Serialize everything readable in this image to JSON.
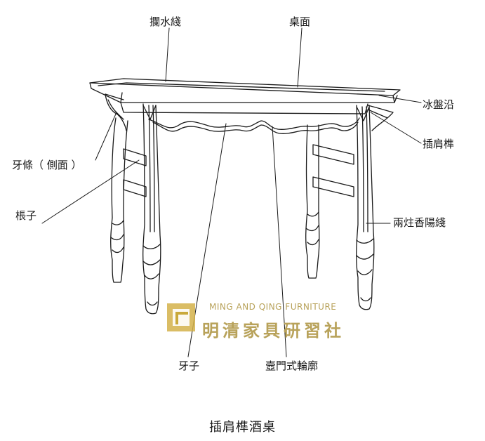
{
  "labels": {
    "lanshui": "攔水綫",
    "zhuomian": "桌面",
    "bingpanyan": "冰盤沿",
    "chajian": "插肩榫",
    "yatiao": "牙條（ 側面 ）",
    "chengzi": "棖子",
    "liangzhu": "兩炷香陽綫",
    "yazi": "牙子",
    "humen": "壼門式輪廓"
  },
  "caption": "插肩榫酒桌",
  "watermark": {
    "english": "MING AND QING FURNITURE",
    "chinese": "明清家具研習社",
    "color": "#b8a25a",
    "logo_color": "#c9a93a",
    "icon": "square-logo-icon"
  },
  "colors": {
    "line": "#1a1a1a",
    "background": "#ffffff"
  }
}
